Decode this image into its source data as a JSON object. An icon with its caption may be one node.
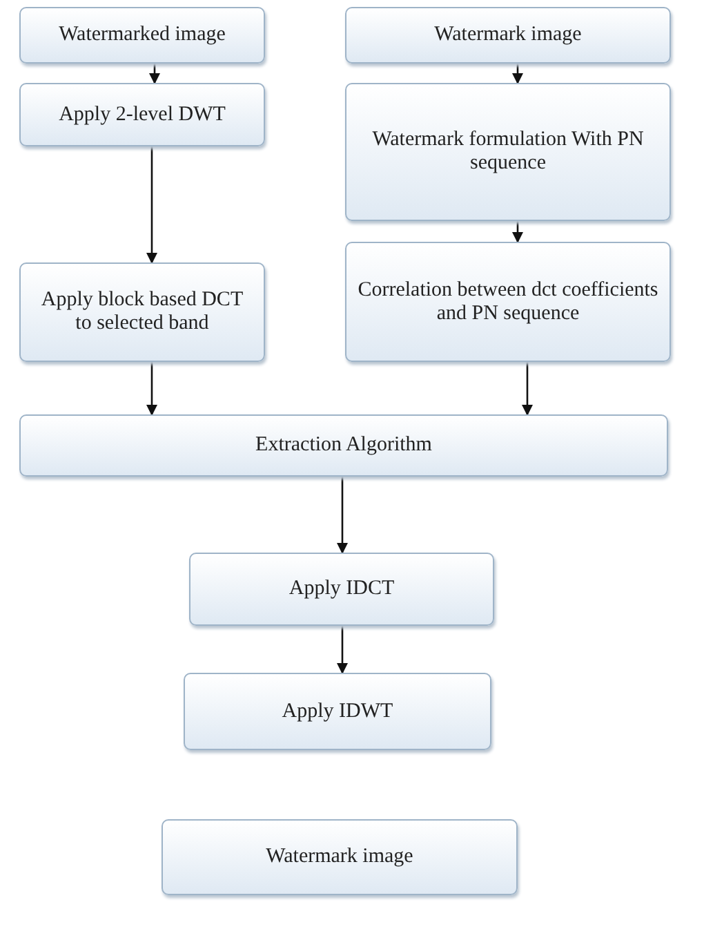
{
  "diagram": {
    "nodes": [
      {
        "text": [
          "Watermarked image"
        ]
      },
      {
        "text": [
          "Watermark image"
        ]
      },
      {
        "text": [
          "Apply 2-level DWT"
        ]
      },
      {
        "text": [
          "Watermark formulation With PN sequence"
        ]
      },
      {
        "text": [
          "Apply block based DCT to selected band"
        ]
      },
      {
        "text": [
          "Correlation between dct coefficients and PN sequence"
        ]
      },
      {
        "text": [
          "Extraction Algorithm"
        ]
      },
      {
        "text": [
          "Apply IDCT"
        ]
      },
      {
        "text": [
          "Apply IDWT"
        ]
      },
      {
        "text": [
          "Watermark image"
        ]
      }
    ],
    "edges": [
      {
        "from": 0,
        "to": 2,
        "arrow": "to"
      },
      {
        "from": 1,
        "to": 3,
        "arrow": "to"
      },
      {
        "from": 2,
        "to": 4,
        "arrow": "to"
      },
      {
        "from": 3,
        "to": 5,
        "arrow": "to"
      },
      {
        "from": 4,
        "to": 6,
        "arrow": "to"
      },
      {
        "from": 5,
        "to": 6,
        "arrow": "to"
      },
      {
        "from": 6,
        "to": 7,
        "arrow": "to"
      },
      {
        "from": 7,
        "to": 8,
        "arrow": "to"
      }
    ]
  }
}
